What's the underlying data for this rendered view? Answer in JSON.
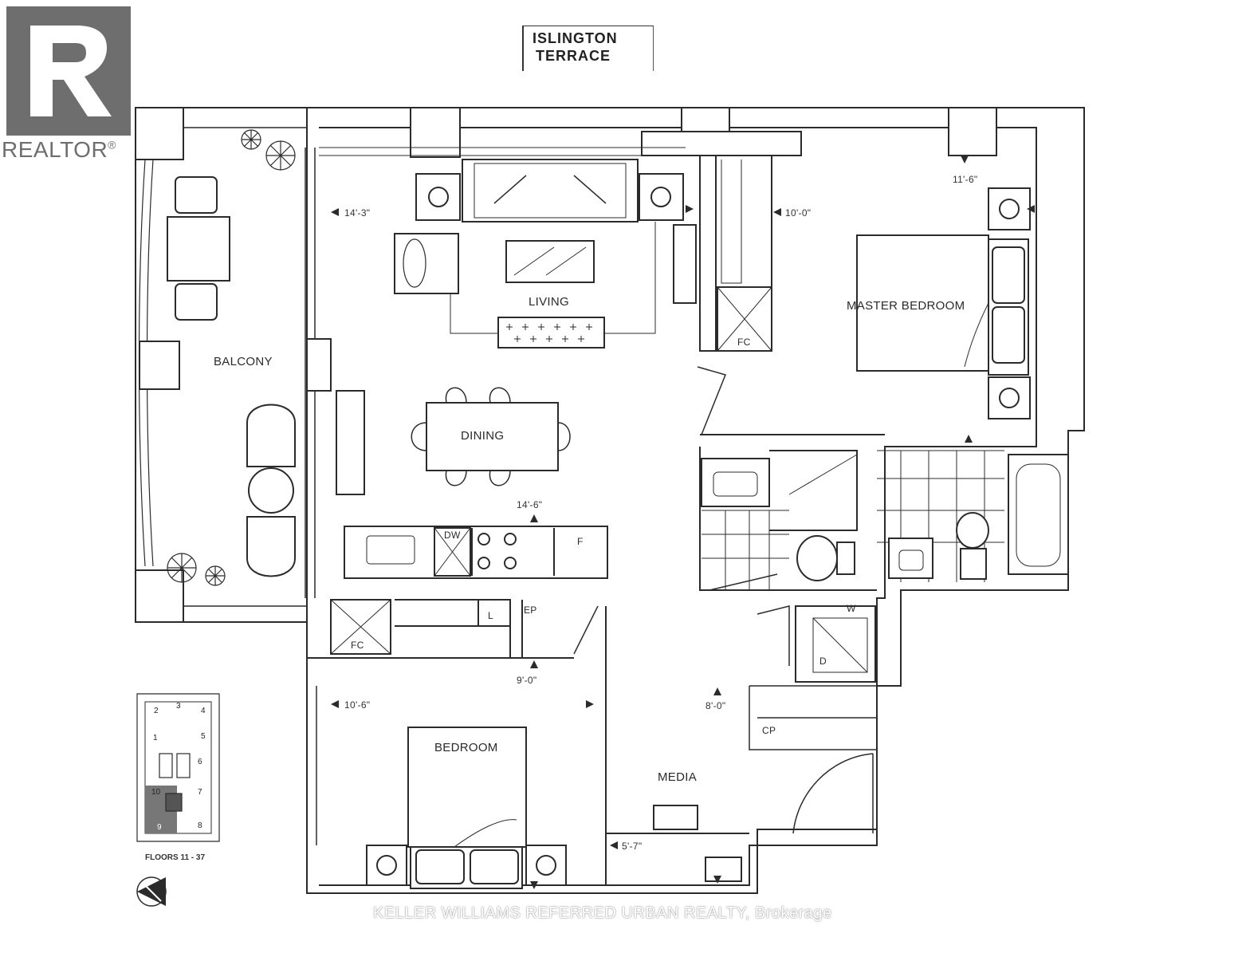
{
  "branding": {
    "realtor_word": "REALTOR",
    "realtor_reg": "®",
    "project_title_line1": "ISLINGTON",
    "project_title_line2": "TERRACE",
    "watermark": "KELLER WILLIAMS REFERRED URBAN REALTY, Brokerage"
  },
  "rooms": {
    "balcony": "BALCONY",
    "living": "LIVING",
    "dining": "DINING",
    "master_bedroom": "MASTER BEDROOM",
    "bedroom": "BEDROOM",
    "media": "MEDIA"
  },
  "fixtures": {
    "fc_top": "FC",
    "fc_left": "FC",
    "dw": "DW",
    "f": "F",
    "l": "L",
    "ep": "EP",
    "w": "W",
    "d": "D",
    "cp": "CP"
  },
  "dimensions": {
    "living_width": "14'-3\"",
    "hall_width": "10'-0\"",
    "master_width": "11'-6\"",
    "kitchen_width": "14'-6\"",
    "bedroom_depth": "9'-0\"",
    "bedroom_width": "10'-6\"",
    "media_depth": "8'-0\"",
    "media_width": "5'-7\""
  },
  "keyplan": {
    "caption": "FLOORS 11 - 37",
    "units": [
      "1",
      "2",
      "3",
      "4",
      "5",
      "6",
      "7",
      "8",
      "9",
      "10"
    ],
    "highlighted_unit": "9"
  },
  "colors": {
    "line": "#2b2b2b",
    "realtor_gray": "#6e6e6e",
    "keyplan_highlight": "#777777"
  }
}
